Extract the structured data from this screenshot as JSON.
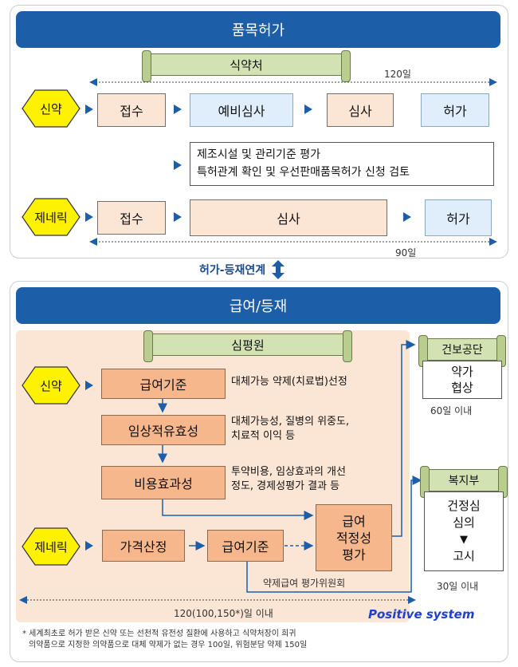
{
  "top": {
    "header": "품목허가",
    "agency": "식약처",
    "days_new": "120일",
    "new_label": "신약",
    "new_steps": [
      "접수",
      "예비심사",
      "심사",
      "허가"
    ],
    "review_items": [
      "제조시설 및 관리기준 평가",
      "특허관계 확인 및 우선판매품목허가 신청 검토"
    ],
    "generic_label": "제네릭",
    "generic_steps": [
      "접수",
      "심사",
      "허가"
    ],
    "days_generic": "90일"
  },
  "link": "허가-등재연계",
  "bottom": {
    "header": "급여/등재",
    "agency": "심평원",
    "new_label": "신약",
    "generic_label": "제네릭",
    "steps": {
      "coverage_criteria": "급여기준",
      "clinical": "임상적유효성",
      "cost": "비용효과성",
      "pricing": "가격산정",
      "generic_criteria": "급여기준",
      "adequacy": [
        "급여",
        "적정성",
        "평가"
      ]
    },
    "notes": {
      "coverage": "대체가능 약제(치료법)선정",
      "clinical": [
        "대체가능성, 질병의 위중도,",
        "치료적 이익 등"
      ],
      "cost": [
        "투약비용, 임상효과의 개선",
        "정도, 경제성평가 결과 등"
      ]
    },
    "committee": "약제급여 평가위원회",
    "nhis": {
      "name": "건보공단",
      "body": [
        "약가",
        "협상"
      ],
      "days": "60일 이내"
    },
    "mohw": {
      "name": "복지부",
      "body": [
        "건정심",
        "심의"
      ],
      "arrow": "▼",
      "final": "고시",
      "days": "30일 이내"
    },
    "total_days": "120(100,150*)일 이내",
    "positive": "Positive system"
  },
  "footnote": [
    "* 세계최초로 허가 받은 신약 또는 선천적 유전성 질환에 사용하고 식약처장이 희귀",
    "의약품으로 지정한 의약품으로 대체 약제가 없는 경우 100일, 위험분담 약제 150일"
  ],
  "colors": {
    "header_blue": "#1d5ea8",
    "hex_yellow": "#fff200",
    "peach": "#fbe6d5",
    "orange": "#f6b78d",
    "green": "#d3e2b3"
  }
}
